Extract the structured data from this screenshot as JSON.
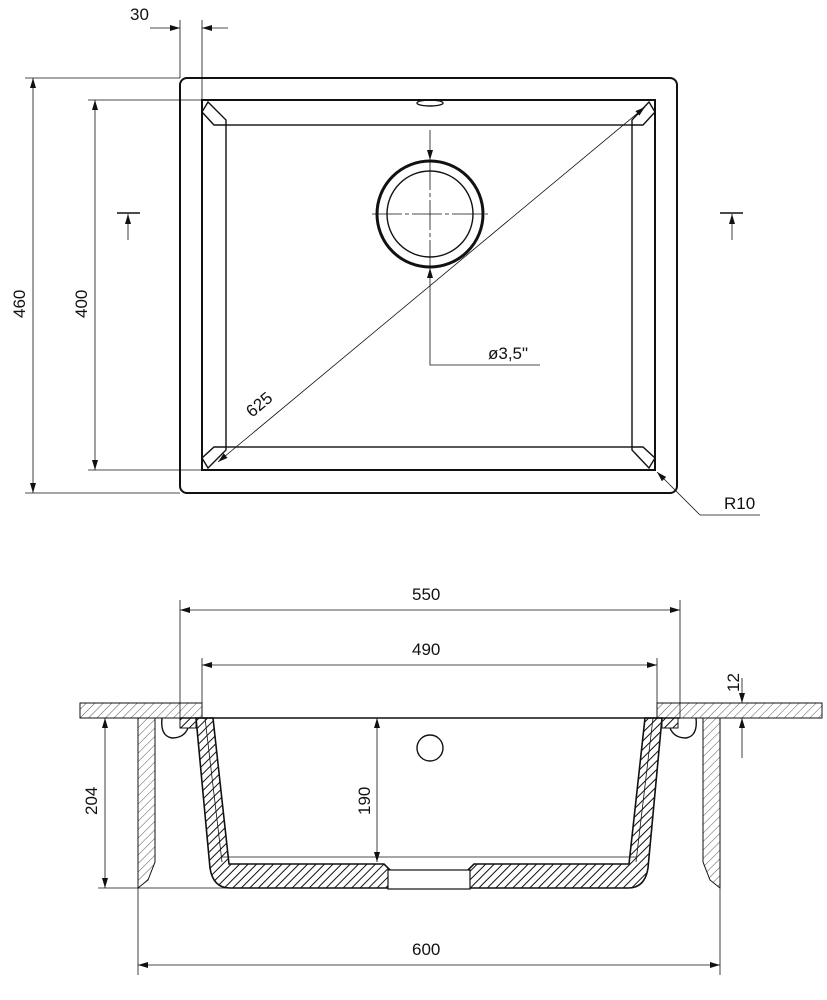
{
  "top_view": {
    "dim_flange": "30",
    "dim_outer_depth": "460",
    "dim_inner_depth": "400",
    "dim_diagonal": "625",
    "dim_drain": "ø3,5\"",
    "dim_radius": "R10"
  },
  "section_view": {
    "dim_outer_width": "550",
    "dim_inner_width": "490",
    "dim_counter_thickness": "12",
    "dim_total_height": "204",
    "dim_bowl_depth": "190",
    "dim_cabinet_width": "600"
  }
}
